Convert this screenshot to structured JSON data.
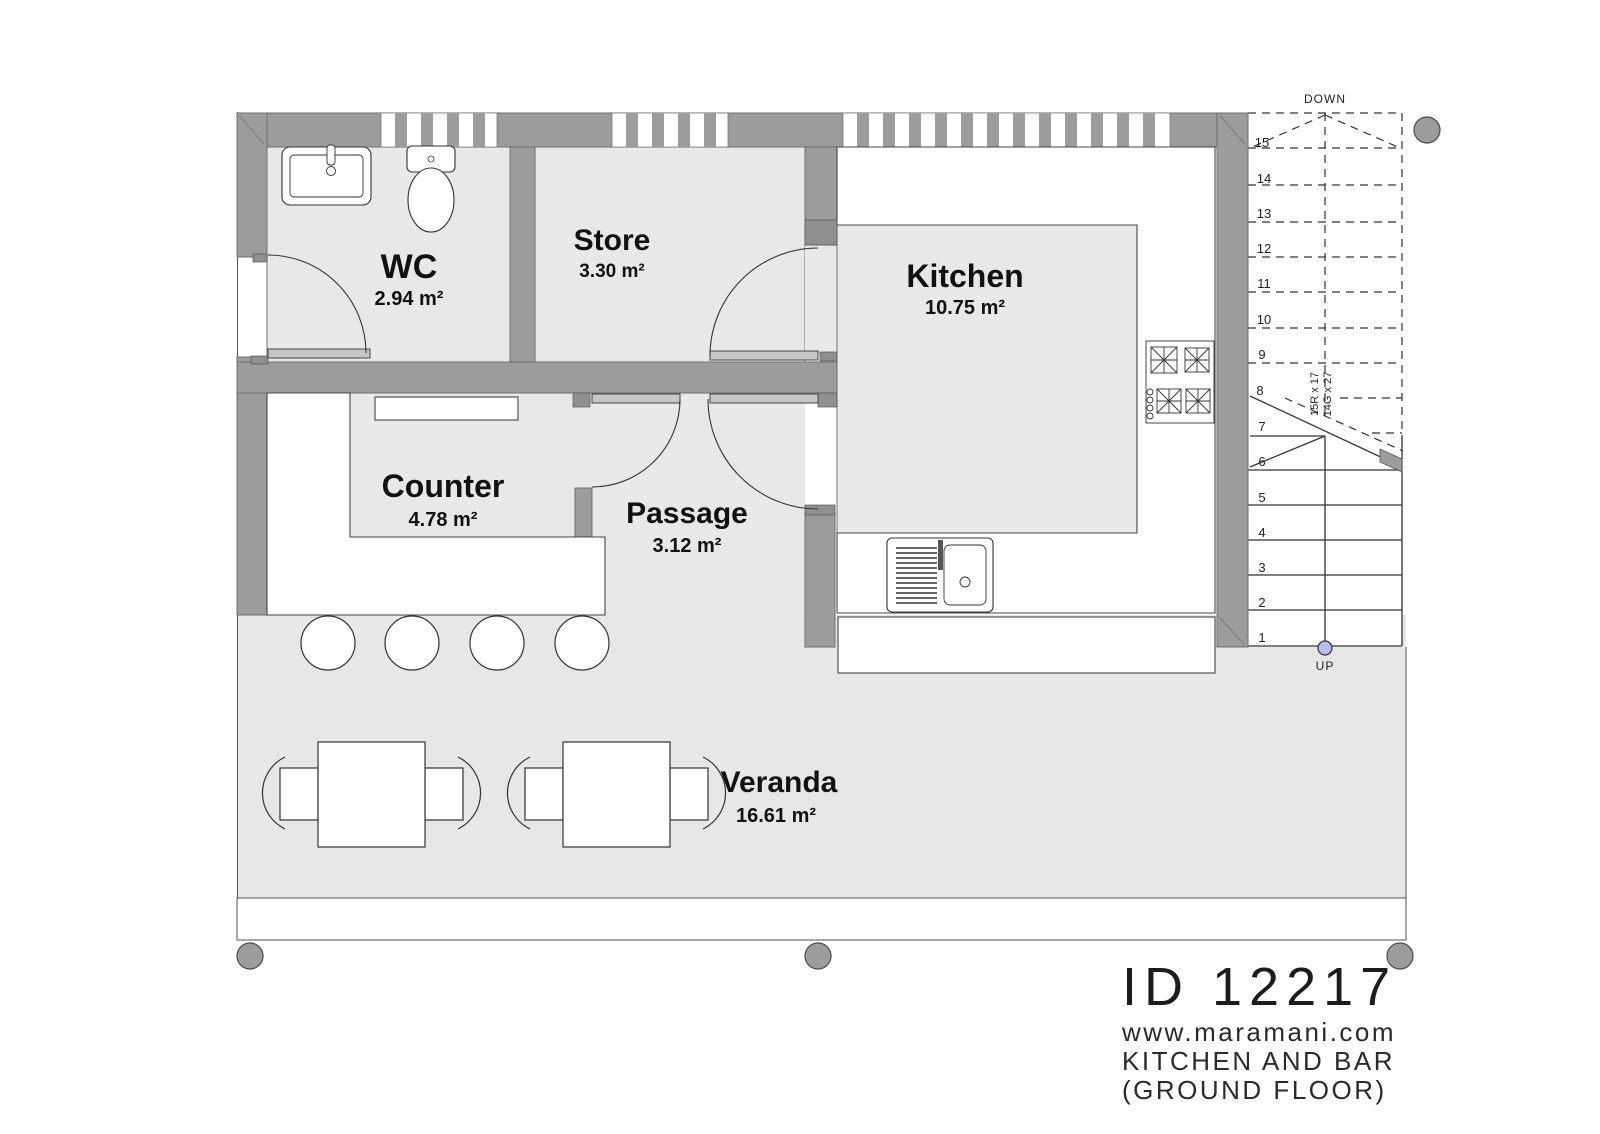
{
  "colors": {
    "wall": "#9c9c9c",
    "floor": "#e8e8e8",
    "veranda_floor": "#e7e7e7",
    "line": "#3a3a3a",
    "up_marker": "#b8bcf0"
  },
  "rooms": [
    {
      "name": "WC",
      "area": "2.94 m²"
    },
    {
      "name": "Store",
      "area": "3.30 m²"
    },
    {
      "name": "Kitchen",
      "area": "10.75 m²"
    },
    {
      "name": "Counter",
      "area": "4.78 m²"
    },
    {
      "name": "Passage",
      "area": "3.12 m²"
    },
    {
      "name": "Veranda",
      "area": "16.61 m²"
    }
  ],
  "stairs": {
    "down_label": "DOWN",
    "up_label": "UP",
    "riser_note_1": "15R x 17",
    "riser_note_2": "14G x 27",
    "lower_steps": [
      "1",
      "2",
      "3",
      "4",
      "5",
      "6",
      "7"
    ],
    "upper_steps": [
      "8",
      "9",
      "10",
      "11",
      "12",
      "13",
      "14",
      "15"
    ]
  },
  "title_block": {
    "plan_id": "ID 12217",
    "website": "www.maramani.com",
    "subtitle": "KITCHEN AND BAR",
    "floor": "(GROUND FLOOR)"
  }
}
